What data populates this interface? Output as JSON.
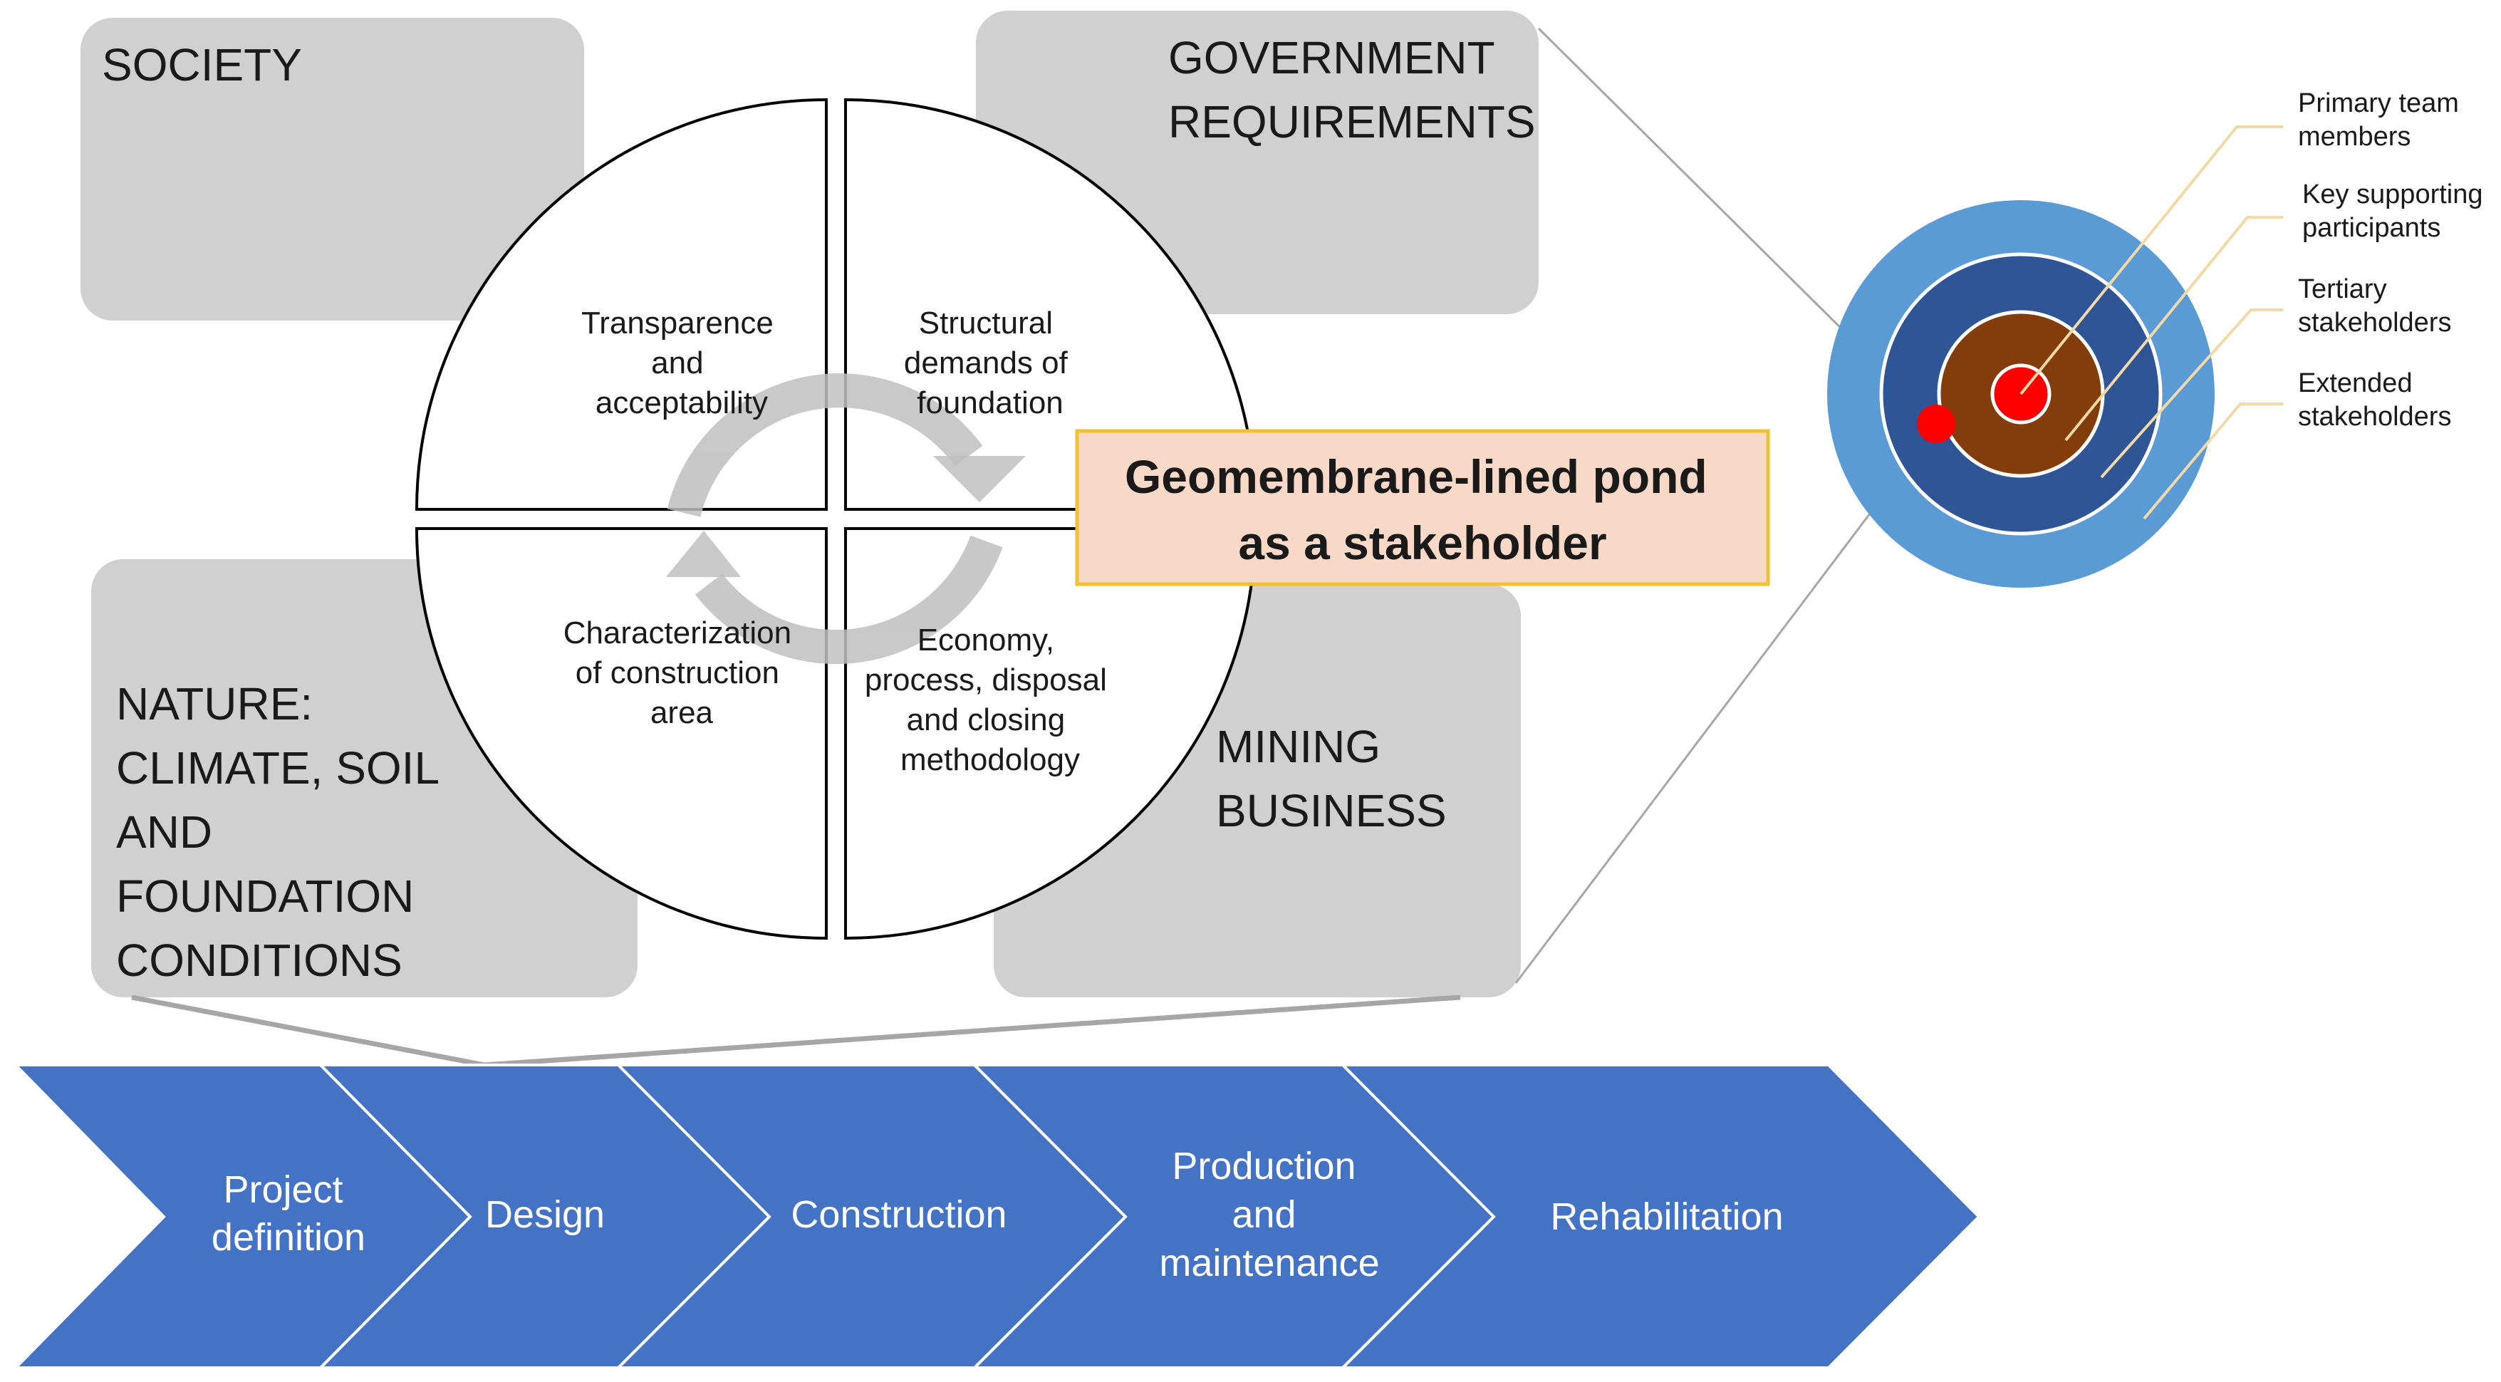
{
  "boxes": {
    "society": [
      "SOCIETY"
    ],
    "government": [
      "GOVERNMENT",
      "REQUIREMENTS"
    ],
    "nature": [
      "NATURE:",
      "CLIMATE, SOIL",
      "AND",
      "FOUNDATION",
      "CONDITIONS"
    ],
    "mining": [
      "MINING",
      "BUSINESS"
    ]
  },
  "quadrants": {
    "top_left": [
      "Transparence",
      "and",
      "acceptability"
    ],
    "top_right": [
      "Structural",
      "demands of",
      "foundation"
    ],
    "bottom_left": [
      "Characterization",
      "of construction",
      "area"
    ],
    "bottom_right": [
      "Economy,",
      "process, disposal",
      "and closing",
      "methodology"
    ]
  },
  "highlight": [
    "Geomembrane-lined pond",
    "as a stakeholder"
  ],
  "phases": [
    [
      "Project",
      "definition"
    ],
    [
      "Design"
    ],
    [
      "Construction"
    ],
    [
      "Production",
      "and",
      "maintenance"
    ],
    [
      "Rehabilitation"
    ]
  ],
  "legend": [
    [
      "Primary team",
      "members"
    ],
    [
      "Key supporting",
      "participants"
    ],
    [
      "Tertiary",
      "stakeholders"
    ],
    [
      "Extended",
      "stakeholders"
    ]
  ],
  "colors": {
    "box_gray": "#d0d0d0",
    "arrow_blue": "#4472c4",
    "highlight_fill": "#f8d9c8",
    "highlight_border": "#f2c22e",
    "ring_outer": "#5b9bd5",
    "ring_second": "#2f5597",
    "ring_inner": "#843c0c",
    "core_red": "#ff0000",
    "leader_line": "#f2d9a6"
  }
}
